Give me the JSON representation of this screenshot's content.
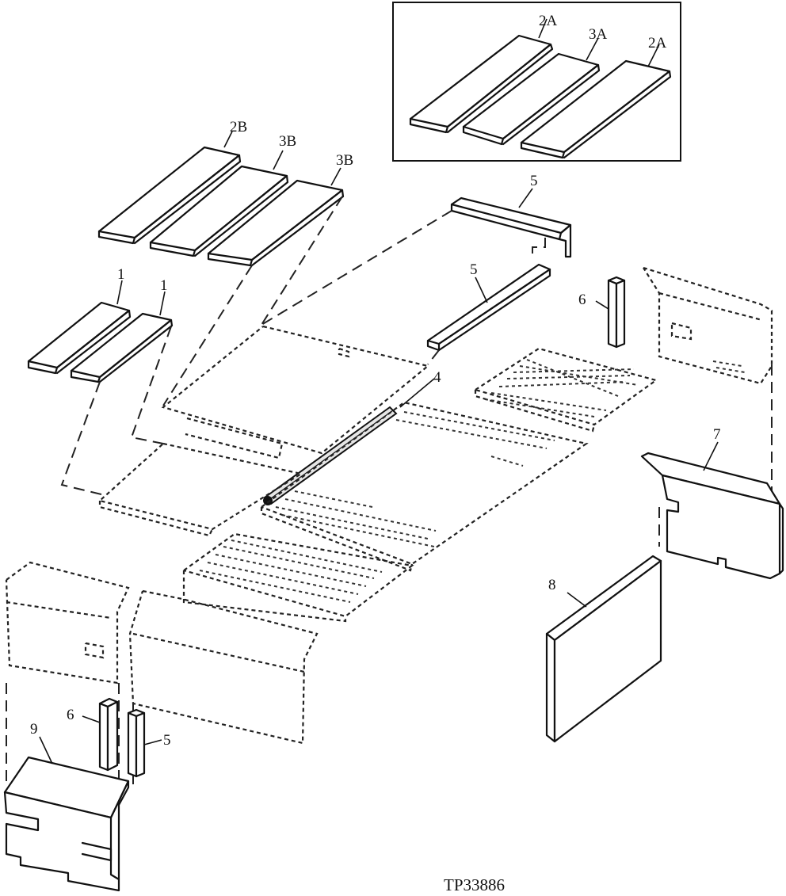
{
  "diagram": {
    "figure_code": "TP33886",
    "callouts": {
      "inset_left_2A": "2A",
      "inset_3A": "3A",
      "inset_right_2A": "2A",
      "top_2B": "2B",
      "top_3B_middle": "3B",
      "top_3B_right": "3B",
      "pad_1_left": "1",
      "pad_1_right": "1",
      "upper_5": "5",
      "rail_5": "5",
      "bar_4": "4",
      "upper_6": "6",
      "panel_7": "7",
      "panel_8": "8",
      "lower_6": "6",
      "lower_5": "5",
      "panel_9": "9"
    }
  }
}
